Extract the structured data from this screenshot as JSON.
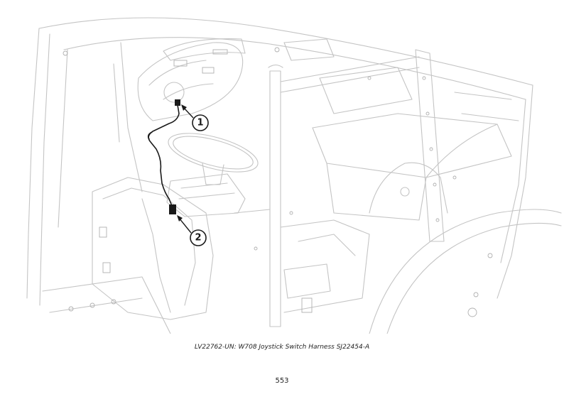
{
  "figure": {
    "callouts": [
      {
        "number": "1"
      },
      {
        "number": "2"
      }
    ],
    "caption": "LV22762-UN: W708 Joystick Switch Harness SJ22454-A"
  },
  "page": {
    "number": "553"
  },
  "colors": {
    "line_art": "#c4c4c4",
    "harness": "#1a1a1a",
    "background": "#ffffff"
  }
}
